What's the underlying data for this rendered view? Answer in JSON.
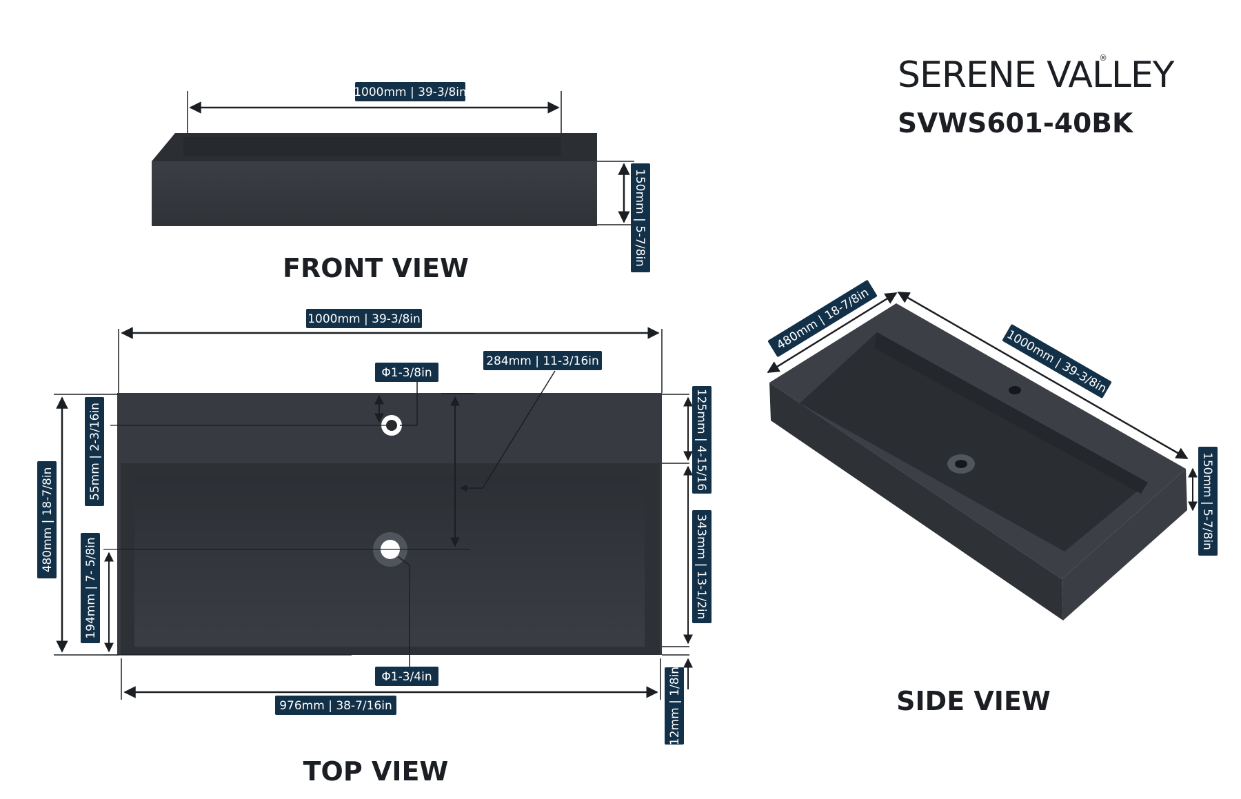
{
  "brand": {
    "name": "SERENE VALLEY",
    "registered_mark": "®",
    "model": "SVWS601-40BK"
  },
  "views": {
    "front": "FRONT VIEW",
    "top": "TOP VIEW",
    "side": "SIDE VIEW"
  },
  "dimensions": {
    "front_width": "1000mm | 39-3/8in",
    "front_height": "150mm | 5-7/8in",
    "top_width": "1000mm | 39-3/8in",
    "tap_hole": "Φ1-3/8in",
    "drain_from_back": "284mm | 11-3/16in",
    "deck_depth": "125mm | 4-15/16",
    "tap_from_back": "55mm | 2-3/16in",
    "total_depth": "480mm | 18-7/8in",
    "basin_depth": "343mm | 13-1/2in",
    "drain_from_front": "194mm | 7- 5/8in",
    "drain_hole": "Φ1-3/4in",
    "bottom_width": "976mm | 38-7/16in",
    "lip": "12mm | 1/8in",
    "side_depth": "480mm | 18-7/8in",
    "side_width": "1000mm | 39-3/8in",
    "side_height": "150mm | 5-7/8in"
  },
  "colors": {
    "sink": "#34373d",
    "sink_dark": "#23262a",
    "label_bg": "#123047",
    "line": "#1b1e22"
  }
}
